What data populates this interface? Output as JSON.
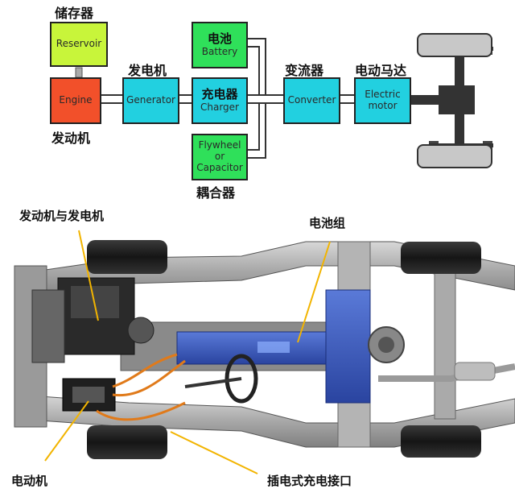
{
  "diagram": {
    "boxes": {
      "reservoir": {
        "en": "Reservoir",
        "zh": "储存器",
        "color": "#c8f53a"
      },
      "engine": {
        "en": "Engine",
        "zh": "发动机",
        "color": "#f2502a"
      },
      "generator": {
        "en": "Generator",
        "zh": "发电机",
        "color": "#22d0e0"
      },
      "battery": {
        "en": "Battery",
        "zh": "电池",
        "color": "#2fe05a"
      },
      "charger": {
        "en": "Charger",
        "zh": "充电器",
        "color": "#22d0e0"
      },
      "flywheel": {
        "en_lines": [
          "Flywheel",
          "or",
          "Capacitor"
        ],
        "zh": "耦合器",
        "color": "#2fe05a"
      },
      "converter": {
        "en": "Converter",
        "zh": "变流器",
        "color": "#22d0e0"
      },
      "motor": {
        "en_lines": [
          "Electric",
          "motor"
        ],
        "zh": "电动马达",
        "color": "#22d0e0"
      }
    }
  },
  "photo_labels": {
    "engine_generator": "发动机与发电机",
    "battery_pack": "电池组",
    "electric_motor": "电动机",
    "plugin_port": "插电式充电接口"
  }
}
